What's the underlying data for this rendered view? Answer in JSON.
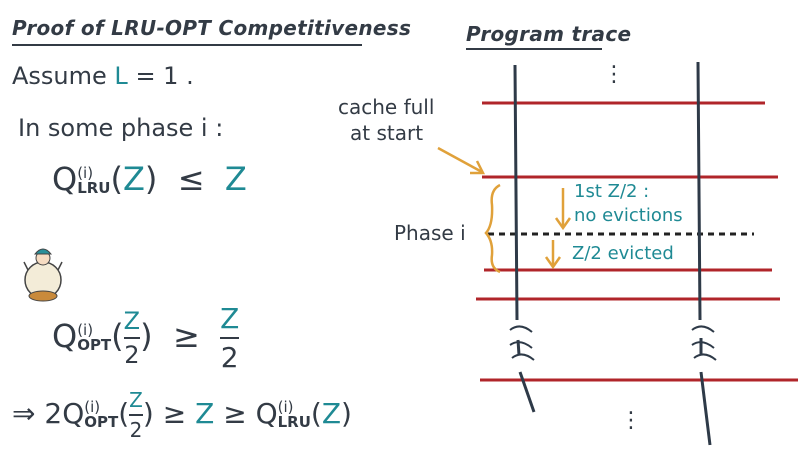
{
  "left": {
    "title": "Proof of LRU-OPT Competitiveness",
    "assume_prefix": "Assume ",
    "assume_var": "L",
    "assume_eq": "= 1 .",
    "phase_line": "In some phase i :",
    "q_symbol": "Q",
    "sup_i": "(i)",
    "lru": "LRU",
    "opt": "OPT",
    "z": "Z",
    "two": "2",
    "leq": "≤",
    "geq": "≥",
    "lparen": "(",
    "rparen": ")",
    "implies": "⇒",
    "coef": "2"
  },
  "right": {
    "title": "Program trace",
    "cache_note_1": "cache full",
    "cache_note_2": "at start",
    "phase_label": "Phase i",
    "first_half": "1st Z/2 :",
    "no_evictions": "no evictions",
    "evicted": "Z/2 evicted",
    "ellipsis": "⋮"
  }
}
